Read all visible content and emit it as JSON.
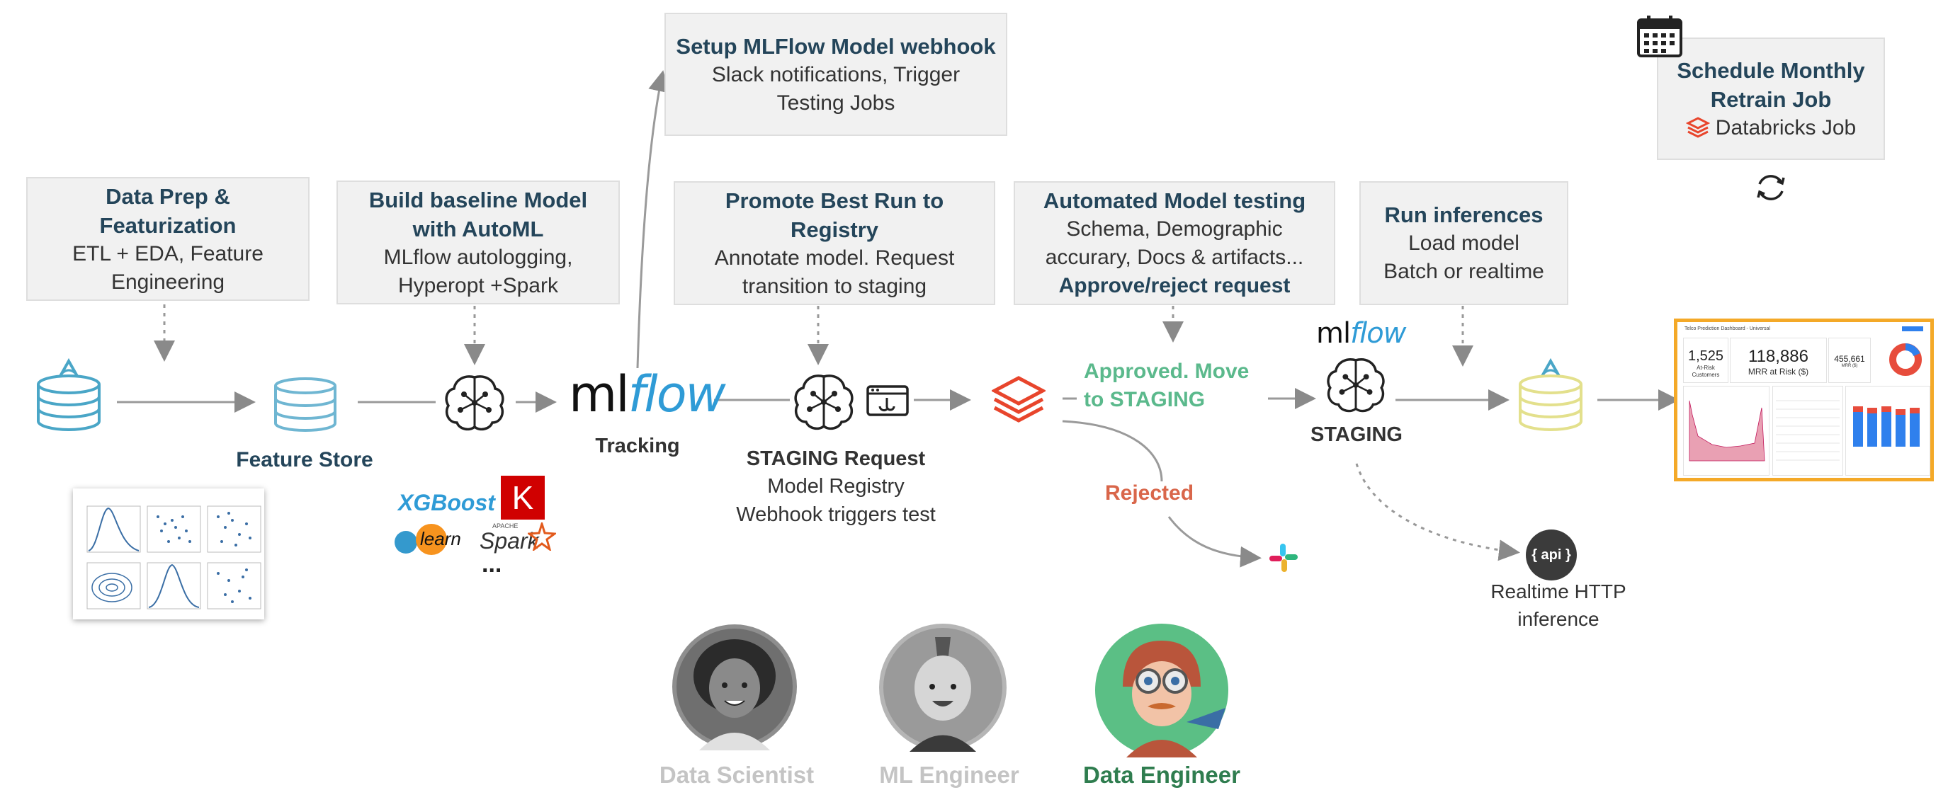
{
  "steps": {
    "data_prep": {
      "title": "Data Prep & Featurization",
      "sub": "ETL + EDA, Feature Engineering"
    },
    "automl": {
      "title": "Build baseline Model with AutoML",
      "sub": "MLflow autologging, Hyperopt +Spark"
    },
    "webhook": {
      "title": "Setup MLFlow Model webhook",
      "sub": "Slack notifications, Trigger Testing Jobs"
    },
    "promote": {
      "title": "Promote Best Run to Registry",
      "sub": "Annotate model. Request transition to staging"
    },
    "testing": {
      "title": "Automated Model testing",
      "sub": "Schema, Demographic accurary, Docs & artifacts...",
      "bold": "Approve/reject request"
    },
    "inference": {
      "title": "Run inferences",
      "sub": "Load model Batch or realtime"
    },
    "retrain": {
      "title": "Schedule Monthly Retrain Job",
      "sub": "Databricks Job"
    }
  },
  "labels": {
    "feature_store": "Feature Store",
    "tracking": "Tracking",
    "staging_request": "STAGING Request",
    "model_registry": "Model Registry",
    "webhook_triggers": "Webhook triggers test",
    "approved": "Approved. Move to STAGING",
    "rejected": "Rejected",
    "staging": "STAGING",
    "realtime": "Realtime HTTP inference",
    "api": "{ api }",
    "ellipsis": "..."
  },
  "logos": {
    "mlflow_ml": "ml",
    "mlflow_flow": "flow",
    "xgboost": "XGBoost",
    "keras": "K",
    "sklearn": "learn",
    "spark": "Spark",
    "apache": "APACHE"
  },
  "personas": [
    {
      "name": "Data Scientist",
      "color": "#c4c4c4"
    },
    {
      "name": "ML Engineer",
      "color": "#c4c4c4"
    },
    {
      "name": "Data Engineer",
      "color": "#2f7d4f"
    }
  ],
  "dashboard": {
    "title": "Telco Prediction Dashboard - Universal",
    "kpi1_value": "1,525",
    "kpi1_label": "At-Risk Customers",
    "kpi2_value": "118,886",
    "kpi2_label": "MRR at Risk ($)",
    "kpi3_value": "455,661",
    "kpi3_label": "MRR ($)"
  },
  "colors": {
    "box_bg": "#f1f1f1",
    "title_blue": "#24455a",
    "approved_green": "#5bb98c",
    "rejected_red": "#d9664a",
    "delta_blue": "#4aa6c7",
    "databricks_red": "#e8452c",
    "mlflow_blue": "#2f9bd6",
    "dashboard_border": "#f4a928"
  }
}
